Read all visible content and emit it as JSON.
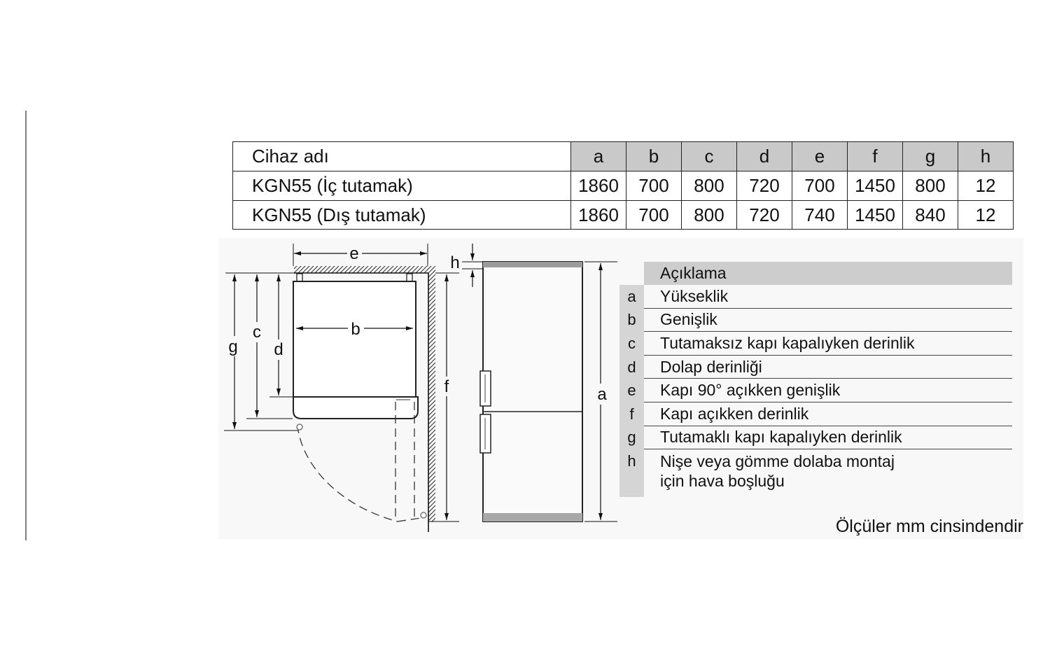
{
  "table": {
    "name_header": "Cihaz adı",
    "columns": [
      "a",
      "b",
      "c",
      "d",
      "e",
      "f",
      "g",
      "h"
    ],
    "rows": [
      {
        "name": "KGN55 (İç tutamak)",
        "values": [
          1860,
          700,
          800,
          720,
          700,
          1450,
          800,
          12
        ]
      },
      {
        "name": "KGN55 (Dış tutamak)",
        "values": [
          1860,
          700,
          800,
          720,
          740,
          1450,
          840,
          12
        ]
      }
    ]
  },
  "diagram": {
    "top_view_labels": {
      "e": "e",
      "b": "b",
      "g": "g",
      "c": "c",
      "d": "d",
      "f": "f"
    },
    "front_view_labels": {
      "h": "h",
      "a": "a"
    }
  },
  "legend": {
    "title": "Açıklama",
    "items": [
      {
        "key": "a",
        "lines": [
          "Yükseklik"
        ]
      },
      {
        "key": "b",
        "lines": [
          "Genişlik"
        ]
      },
      {
        "key": "c",
        "lines": [
          "Tutamaksız kapı kapalıyken derinlik"
        ]
      },
      {
        "key": "d",
        "lines": [
          "Dolap derinliği"
        ]
      },
      {
        "key": "e",
        "lines": [
          "Kapı 90° açıkken genişlik"
        ]
      },
      {
        "key": "f",
        "lines": [
          "Kapı açıkken derinlik"
        ]
      },
      {
        "key": "g",
        "lines": [
          "Tutamaklı kapı kapalıyken derinlik"
        ]
      },
      {
        "key": "h",
        "lines": [
          "Nişe veya gömme dolaba montaj",
          "için hava boşluğu"
        ]
      }
    ]
  },
  "note": "Ölçüler mm cinsindendir"
}
